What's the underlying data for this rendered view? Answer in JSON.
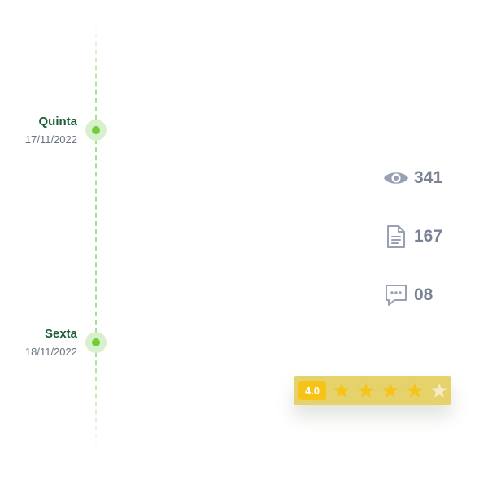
{
  "timeline": {
    "events": [
      {
        "day": "Quinta",
        "date": "17/11/2022"
      },
      {
        "day": "Sexta",
        "date": "18/11/2022"
      }
    ],
    "colors": {
      "line": "#9fdc86",
      "dot": "#6fcf3a",
      "day_text": "#1b5e35"
    }
  },
  "stats": {
    "views": {
      "icon": "eye-icon",
      "value": "341"
    },
    "documents": {
      "icon": "document-icon",
      "value": "167"
    },
    "comments": {
      "icon": "chat-bubble-icon",
      "value": "08"
    }
  },
  "rating": {
    "score_label": "4.0",
    "score": 4,
    "max": 5,
    "colors": {
      "background": "#e6d26b",
      "badge": "#f6c318",
      "star_filled": "#f6c318",
      "star_empty": "#f3ecc8"
    }
  }
}
